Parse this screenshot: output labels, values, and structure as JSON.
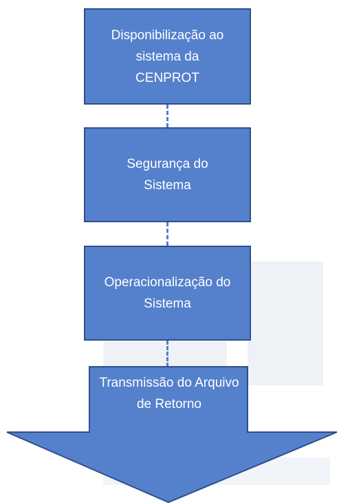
{
  "colors": {
    "box_fill": "#5580cc",
    "box_border": "#2f4f8a",
    "connector": "#4f7fd4",
    "text": "#ffffff",
    "watermark": "#eef2f7"
  },
  "steps": [
    {
      "label": "Disponibilização ao sistema da CENPROT"
    },
    {
      "label": "Segurança do Sistema"
    },
    {
      "label": "Operacionalização do Sistema"
    }
  ],
  "final_step": {
    "label": "Transmissão do Arquivo de Retorno"
  }
}
